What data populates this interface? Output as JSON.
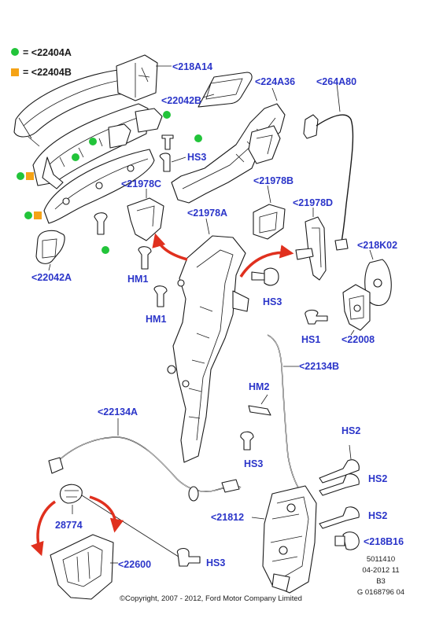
{
  "colors": {
    "label": "#2b35c9",
    "arrow": "#e0301e",
    "green": "#22c43a",
    "orange": "#f5a316",
    "ink": "#1a1a1a"
  },
  "legend": [
    {
      "symbol": "green-dot",
      "text": "= <22404A"
    },
    {
      "symbol": "orange-square",
      "text": "= <22404B"
    }
  ],
  "labels": {
    "l218a14": "<218A14",
    "l224a36": "<224A36",
    "l264a80": "<264A80",
    "l22042b": "<22042B",
    "hs3_top": "HS3",
    "l21978c": "<21978C",
    "l21978b": "<21978B",
    "l21978a": "<21978A",
    "l21978d": "<21978D",
    "l218k02": "<218K02",
    "l22042a": "<22042A",
    "hm1_upper": "HM1",
    "hm1_lower": "HM1",
    "hs3_mid": "HS3",
    "hs1": "HS1",
    "l22008": "<22008",
    "l22134b": "<22134B",
    "hm2": "HM2",
    "l22134a": "<22134A",
    "hs3_lower": "HS3",
    "hs2_a": "HS2",
    "hs2_b": "HS2",
    "hs2_c": "HS2",
    "l21812": "<21812",
    "l28774": "28774",
    "l218b16": "<218B16",
    "l22600": "<22600",
    "hs3_bottom": "HS3"
  },
  "ref_block": [
    "5011410",
    "04-2012 11",
    "B3",
    "G 0168796 04"
  ],
  "copyright": "©Copyright, 2007 - 2012, Ford Motor Company Limited"
}
